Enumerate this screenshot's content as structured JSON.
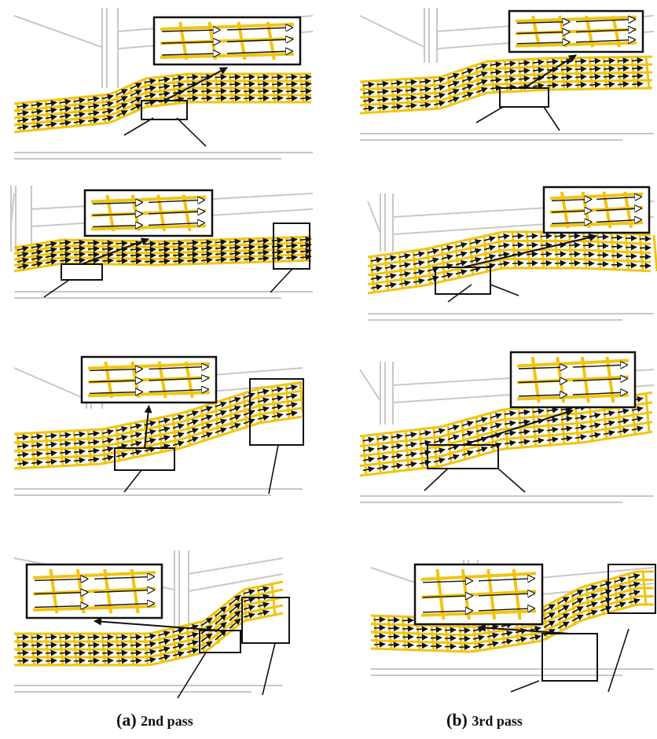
{
  "figure": {
    "panels": [
      {
        "column": "a",
        "row": 1
      },
      {
        "column": "a",
        "row": 2
      },
      {
        "column": "a",
        "row": 3
      },
      {
        "column": "a",
        "row": 4
      },
      {
        "column": "b",
        "row": 1
      },
      {
        "column": "b",
        "row": 2
      },
      {
        "column": "b",
        "row": 3
      },
      {
        "column": "b",
        "row": 4
      }
    ],
    "colors": {
      "mesh": "#f2c40f",
      "mesh_edge": "#d9a600",
      "arrow": "#111111",
      "structure": "#c8c8c8",
      "frame": "#111111"
    }
  },
  "captions": {
    "a": {
      "letter": "(a)",
      "text": "2nd pass"
    },
    "b": {
      "letter": "(b)",
      "text": "3rd pass"
    }
  }
}
